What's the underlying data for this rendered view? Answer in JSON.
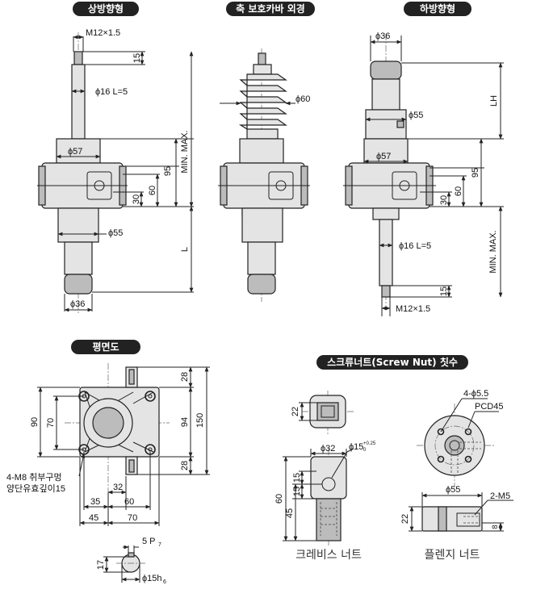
{
  "titles": {
    "upright": "상방향형",
    "bellows": "축 보호카바 외경",
    "inverted": "하방향형",
    "plan": "평면도",
    "screw_nut": "스크류너트(Screw Nut) 칫수"
  },
  "upright": {
    "thread": "M12×1.5",
    "d15": "15",
    "shaft": "ϕ16 L=5",
    "body": "ϕ57",
    "minmax": "MIN. MAX.",
    "d95": "95",
    "d60": "60",
    "d30": "30",
    "nut": "ϕ55",
    "L": "L",
    "bottom": "ϕ36"
  },
  "bellows": {
    "dia": "ϕ60"
  },
  "inverted": {
    "top": "ϕ36",
    "nut": "ϕ55",
    "LH": "LH",
    "body": "ϕ57",
    "d95": "95",
    "d60": "60",
    "d30": "30",
    "shaft": "ϕ16 L=5",
    "minmax": "MIN. MAX.",
    "d15": "15",
    "thread": "M12×1.5"
  },
  "plan": {
    "d28a": "28",
    "d94": "94",
    "d150": "150",
    "d28b": "28",
    "d90": "90",
    "d70v": "70",
    "hole_note_1": "4-M8 취부구멍",
    "hole_note_2": "양단유효깊이15",
    "d35": "35",
    "d32": "32",
    "d60": "60",
    "d45": "45",
    "d70": "70",
    "key": "5 P",
    "key_sub": "7",
    "d17": "17",
    "shaft": "ϕ15h",
    "shaft_sub": "6"
  },
  "clevis": {
    "d22": "22",
    "d32": "ϕ32",
    "pin": "ϕ15",
    "pin_tol_up": "+0.25",
    "pin_tol_lo": "0",
    "d15a": "15",
    "d15b": "15",
    "d60": "60",
    "d45": "45",
    "label": "크레비스 너트"
  },
  "flange": {
    "holes": "4-ϕ5.5",
    "pcd": "PCD45",
    "dia": "ϕ55",
    "tap": "2-M5",
    "d22": "22",
    "d8": "8",
    "label": "플렌지 너트"
  }
}
